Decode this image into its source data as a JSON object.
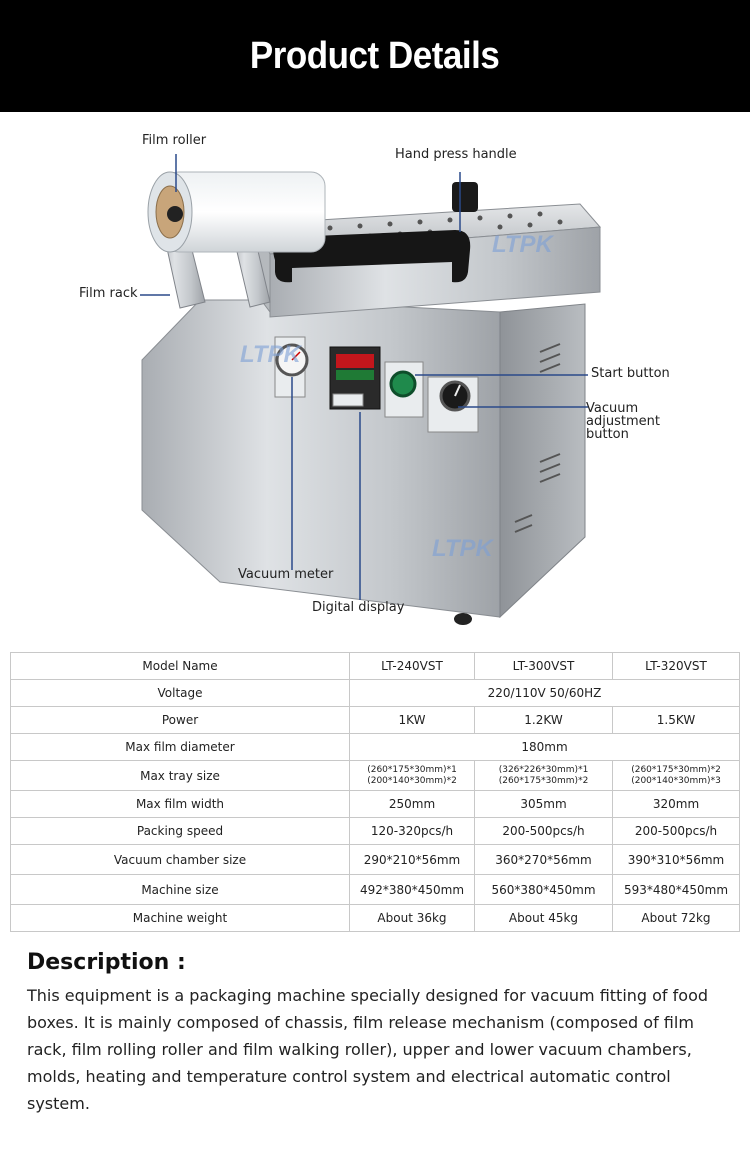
{
  "header": {
    "title": "Product Details"
  },
  "figure": {
    "watermark": "LTPK",
    "callouts": {
      "film_roller": "Film roller",
      "hand_press_handle": "Hand press handle",
      "film_rack": "Film rack",
      "start_button": "Start button",
      "vacuum_adjustment_button": "Vacuum adjustment button",
      "vacuum_meter": "Vacuum meter",
      "digital_display": "Digital display"
    },
    "colors": {
      "steel": "#c9ccd0",
      "leader_line": "#2b4a8a",
      "start_button": "#1f8a4c"
    }
  },
  "specs": {
    "header": [
      "Model Name",
      "LT-240VST",
      "LT-300VST",
      "LT-320VST"
    ],
    "voltage": {
      "label": "Voltage",
      "value": "220/110V  50/60HZ"
    },
    "power": {
      "label": "Power",
      "values": [
        "1KW",
        "1.2KW",
        "1.5KW"
      ]
    },
    "max_film_diameter": {
      "label": "Max film diameter",
      "value": "180mm"
    },
    "max_tray_size": {
      "label": "Max tray size",
      "values": [
        [
          "(260*175*30mm)*1",
          "(200*140*30mm)*2"
        ],
        [
          "(326*226*30mm)*1",
          "(260*175*30mm)*2"
        ],
        [
          "(260*175*30mm)*2",
          "(200*140*30mm)*3"
        ]
      ]
    },
    "max_film_width": {
      "label": "Max film width",
      "values": [
        "250mm",
        "305mm",
        "320mm"
      ]
    },
    "packing_speed": {
      "label": "Packing speed",
      "values": [
        "120-320pcs/h",
        "200-500pcs/h",
        "200-500pcs/h"
      ]
    },
    "vacuum_chamber_size": {
      "label": "Vacuum chamber size",
      "values": [
        "290*210*56mm",
        "360*270*56mm",
        "390*310*56mm"
      ]
    },
    "machine_size": {
      "label": "Machine size",
      "values": [
        "492*380*450mm",
        "560*380*450mm",
        "593*480*450mm"
      ]
    },
    "machine_weight": {
      "label": "Machine weight",
      "values": [
        "About 36kg",
        "About 45kg",
        "About 72kg"
      ]
    }
  },
  "description": {
    "title": "Description :",
    "body": "This equipment is a packaging machine specially designed for vacuum fitting of food boxes. It is mainly composed of chassis, film release mechanism (composed of film rack, film rolling roller and film walking roller), upper and lower vacuum chambers, molds, heating and temperature control system and electrical automatic control system."
  }
}
